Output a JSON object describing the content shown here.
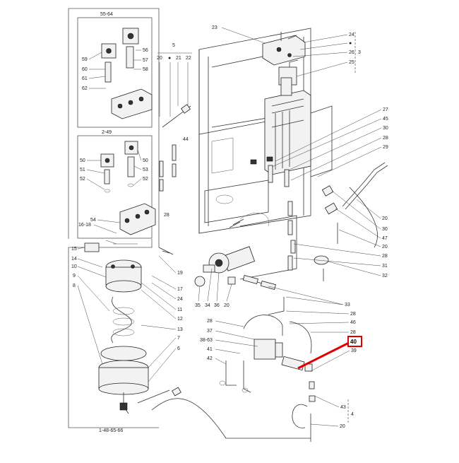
{
  "callouts": {
    "group_55_64": "55-64",
    "group_2_49": "2-49",
    "group_1_48_65_66": "1-48-65-66",
    "group_5": "5",
    "group_3": "3",
    "group_4": "4",
    "n56": "56",
    "n57": "57",
    "n58": "58",
    "n59": "59",
    "n60": "60",
    "n61": "61",
    "n62": "62",
    "n50a": "50",
    "n50b": "50",
    "n51": "51",
    "n52a": "52",
    "n52b": "52",
    "n53": "53",
    "n54": "54",
    "n16_18": "16-18",
    "n20a": "20",
    "n21": "21",
    "n22": "22",
    "n44": "44",
    "n28a": "28",
    "n15": "15",
    "n14": "14",
    "n10": "10",
    "n9": "9",
    "n8": "8",
    "n19": "19",
    "n17": "17",
    "n24": "24",
    "n11": "11",
    "n12": "12",
    "n13": "13",
    "n7": "7",
    "n6": "6",
    "n35": "35",
    "n34": "34",
    "n36": "36",
    "n20b": "20",
    "n23": "23",
    "n24b": "24",
    "n26": "26",
    "n25": "25",
    "n27": "27",
    "n45": "45",
    "n30a": "30",
    "n28b": "28",
    "n29": "29",
    "n20c": "20",
    "n30b": "30",
    "n47": "47",
    "n20d": "20",
    "n31": "31",
    "n28c": "28",
    "n32": "32",
    "n33": "33",
    "n28d": "28",
    "n46": "46",
    "n28e": "28",
    "n40": "40",
    "n39": "39",
    "n43": "43",
    "n20e": "20",
    "n28f": "28",
    "n37": "37",
    "n38_63": "38-63",
    "n41": "41",
    "n42": "42",
    "dot": "●"
  },
  "highlight": {
    "part_number": "40",
    "color": "#e00000"
  }
}
